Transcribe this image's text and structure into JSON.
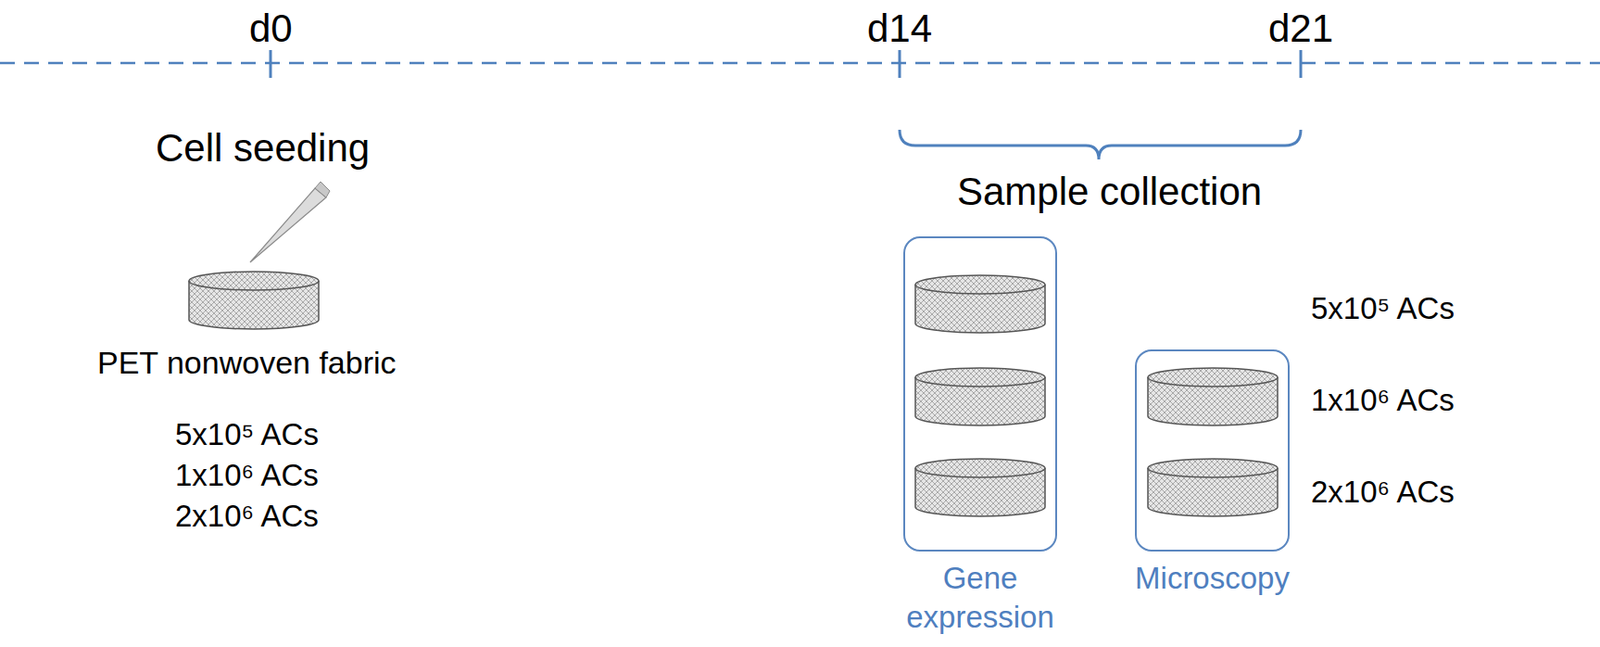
{
  "diagram": {
    "nodes": [
      {
        "text": [
          "Gene expression"
        ]
      },
      {
        "text": [
          "Microscopy"
        ]
      }
    ],
    "edges": [],
    "labels": [
      "d0",
      "d14",
      "d21",
      "Cell seeding",
      "PET nonwoven fabric",
      "5x10⁵ ACs",
      "1x10⁶ ACs",
      "2x10⁶ ACs",
      "Sample collection",
      "5x10⁵ ACs",
      "1x10⁶ ACs",
      "2x10⁶ ACs"
    ]
  }
}
